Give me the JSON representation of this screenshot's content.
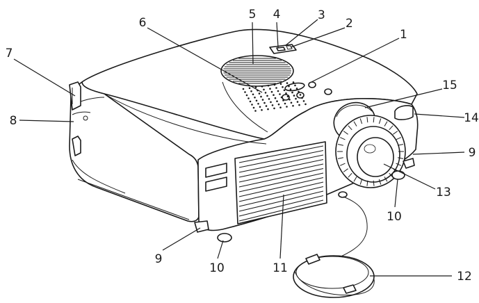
{
  "callouts": [
    {
      "id": "c1",
      "number": "1"
    },
    {
      "id": "c2",
      "number": "2"
    },
    {
      "id": "c3",
      "number": "3"
    },
    {
      "id": "c4",
      "number": "4"
    },
    {
      "id": "c5",
      "number": "5"
    },
    {
      "id": "c6",
      "number": "6"
    },
    {
      "id": "c7",
      "number": "7"
    },
    {
      "id": "c8",
      "number": "8"
    },
    {
      "id": "c9a",
      "number": "9"
    },
    {
      "id": "c9b",
      "number": "9"
    },
    {
      "id": "c10a",
      "number": "10"
    },
    {
      "id": "c10b",
      "number": "10"
    },
    {
      "id": "c11",
      "number": "11"
    },
    {
      "id": "c12",
      "number": "12"
    },
    {
      "id": "c13",
      "number": "13"
    },
    {
      "id": "c14",
      "number": "14"
    },
    {
      "id": "c15",
      "number": "15"
    }
  ]
}
